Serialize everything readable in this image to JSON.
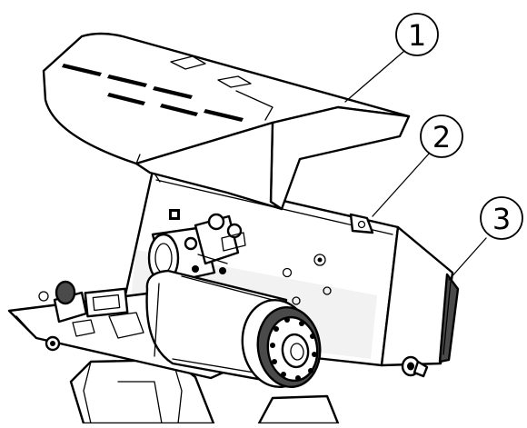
{
  "callouts": [
    {
      "label": "1"
    },
    {
      "label": "2"
    },
    {
      "label": "3"
    }
  ],
  "colors": {
    "line": "#000000",
    "fill": "#ffffff",
    "shade": "#d9d9d9",
    "dark": "#4a4a4a"
  }
}
